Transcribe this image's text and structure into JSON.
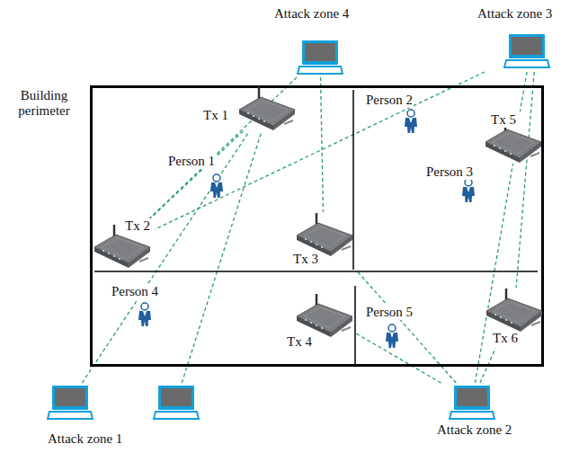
{
  "diagram": {
    "nodes": [
      {
        "text": [
          "Building perimeter"
        ]
      },
      {
        "text": [
          "Tx 1"
        ],
        "in": 0
      },
      {
        "text": [
          "Person 1"
        ],
        "in": 0
      },
      {
        "text": [
          "Person 2"
        ],
        "in": 0
      },
      {
        "text": [
          "Tx 5"
        ],
        "in": 0
      },
      {
        "text": [
          "Tx 2"
        ],
        "in": 0
      },
      {
        "text": [
          "Person 3"
        ],
        "in": 0
      },
      {
        "text": [
          "Tx 3"
        ],
        "in": 0
      },
      {
        "text": [
          "Person 4"
        ],
        "in": 0
      },
      {
        "text": [
          "Tx 4"
        ],
        "in": 0
      },
      {
        "text": [
          "Person 5"
        ],
        "in": 0
      },
      {
        "text": [
          "Tx 6"
        ],
        "in": 0
      },
      {
        "text": [
          "Attack zone 4"
        ]
      },
      {
        "text": [
          "Attack zone 3"
        ]
      },
      {
        "text": [
          "Attack zone 1"
        ]
      },
      {
        "text": [
          "Attack zone 2"
        ]
      }
    ],
    "edges": [
      {
        "from": 12,
        "to": 5,
        "arrow": "none"
      },
      {
        "from": 12,
        "to": 7,
        "arrow": "none"
      },
      {
        "from": 1,
        "to": 5,
        "arrow": "none"
      },
      {
        "from": 14,
        "to": 1,
        "arrow": "none"
      },
      {
        "from": 14,
        "to": 1,
        "arrow": "none"
      },
      {
        "from": 13,
        "to": 5,
        "arrow": "none"
      },
      {
        "from": 13,
        "to": 4,
        "arrow": "none"
      },
      {
        "from": 13,
        "to": 11,
        "arrow": "none"
      },
      {
        "from": 15,
        "to": 9,
        "arrow": "none"
      },
      {
        "from": 15,
        "to": 7,
        "arrow": "none"
      },
      {
        "from": 15,
        "to": 11,
        "arrow": "none"
      },
      {
        "from": 15,
        "to": 4,
        "arrow": "none"
      }
    ]
  }
}
